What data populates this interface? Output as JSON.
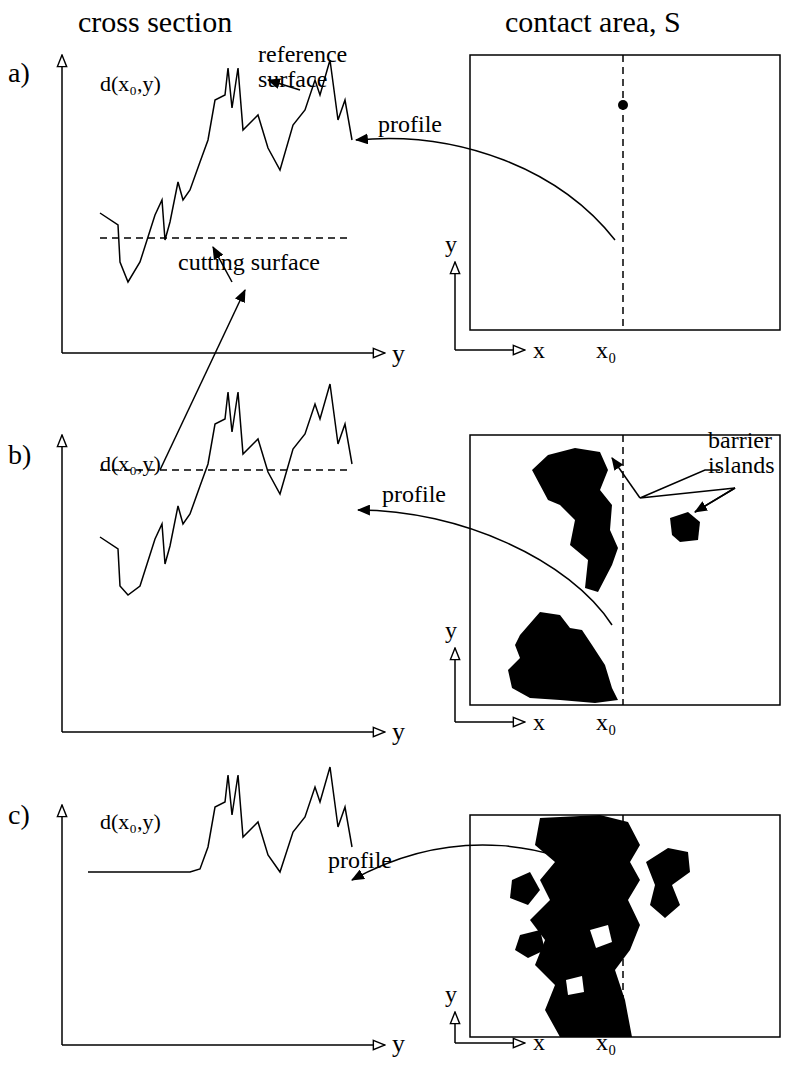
{
  "diagram": {
    "labels": [
      "cross section",
      "contact area, S",
      "a)",
      "d(x₀,y)",
      "reference surface",
      "profile",
      "cutting surface",
      "y",
      "y",
      "x",
      "x₀",
      "b)",
      "d(x₀,y)",
      "barrier islands",
      "profile",
      "y",
      "y",
      "x",
      "x₀",
      "c)",
      "d(x₀,y)",
      "profile",
      "y",
      "y",
      "x",
      "x₀"
    ]
  }
}
